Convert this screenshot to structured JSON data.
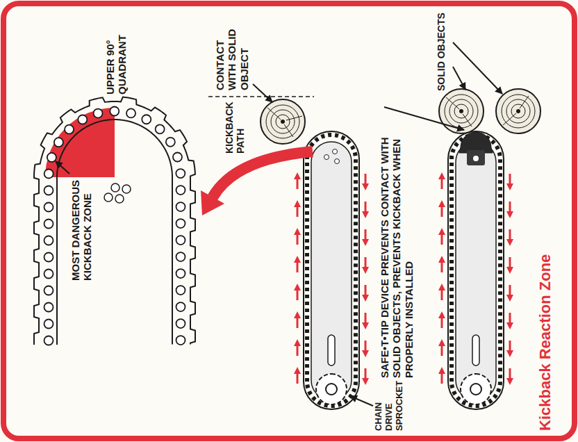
{
  "diagram": {
    "caption": "Kickback Reaction Zone",
    "labels": [
      "UPPER 90° QUADRANT",
      "MOST DANGEROUS KICKBACK ZONE",
      "CONTACT WITH SOLID OBJECT",
      "KICKBACK PATH",
      "CHAIN DRIVE SPROCKET",
      "SAFE•T•TIP DEVICE PREVENTS CONTACT WITH SOLID OBJECTS, PREVENTS KICKBACK WHEN PROPERLY INSTALLED",
      "SOLID OBJECTS"
    ]
  }
}
